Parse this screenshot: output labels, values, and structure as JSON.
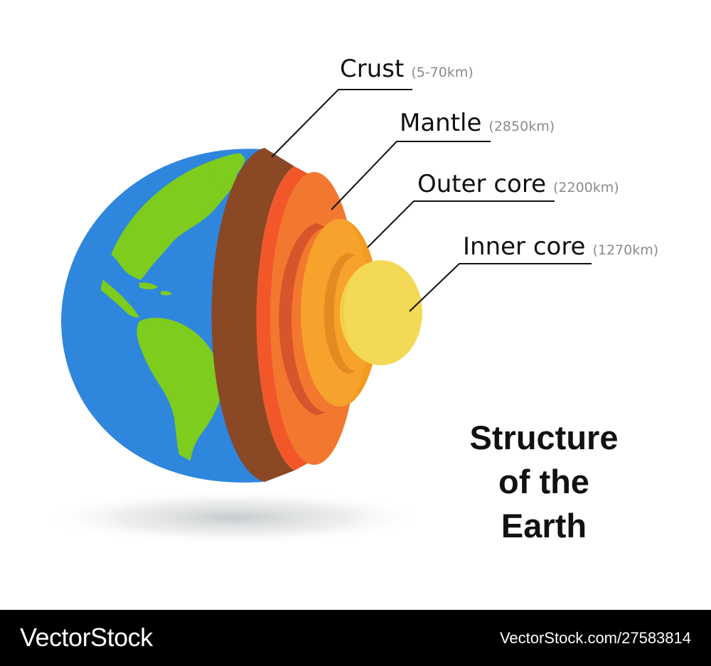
{
  "layers": [
    {
      "name": "Crust",
      "thickness": "(5-70km)"
    },
    {
      "name": "Mantle",
      "thickness": "(2850km)"
    },
    {
      "name": "Outer core",
      "thickness": "(2200km)"
    },
    {
      "name": "Inner core",
      "thickness": "(1270km)"
    }
  ],
  "title": {
    "line1": "Structure",
    "line2": "of the",
    "line3": "Earth"
  },
  "footer": {
    "brand": "VectorStock",
    "url": "VectorStock.com/27583814"
  },
  "colors": {
    "ocean": "#2f86dd",
    "land": "#7dcc1e",
    "crust": "#8a4824",
    "mantle_upper": "#f2572a",
    "mantle_lower": "#f3782f",
    "outer_core": "#f7a22c",
    "inner_core": "#f3d955"
  }
}
